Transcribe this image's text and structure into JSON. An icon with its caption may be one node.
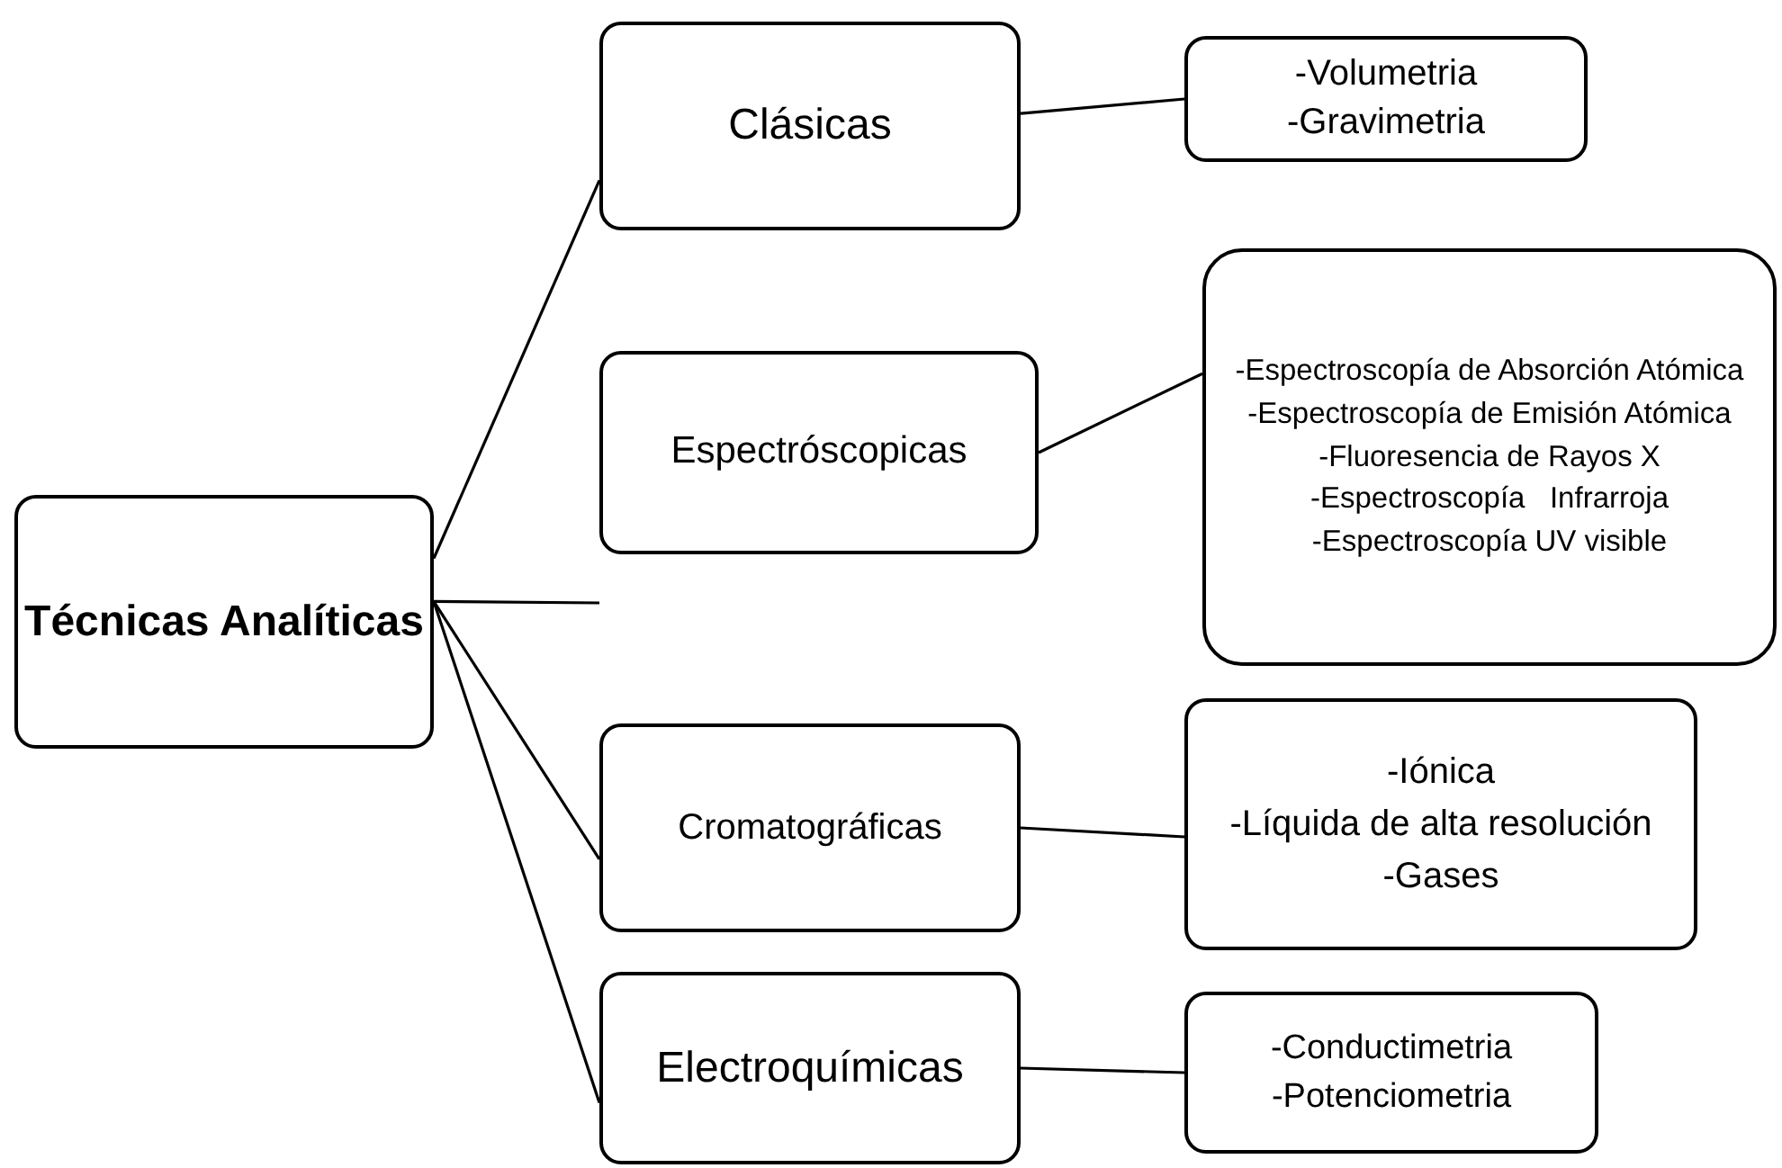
{
  "diagram": {
    "nodes": [
      {
        "text": [
          "Técnicas Analíticas"
        ]
      },
      {
        "text": [
          "Clásicas"
        ]
      },
      {
        "text": [
          "-Volumetria",
          "-Gravimetria"
        ]
      },
      {
        "text": [
          "Espectróscopicas"
        ]
      },
      {
        "text": [
          "-Espectroscopía de Absorción Atómica",
          "-Espectroscopía de Emisión Atómica",
          "-Fluoresencia de Rayos X",
          "-Espectroscopía   Infrarroja",
          "-Espectroscopía UV visible"
        ]
      },
      {
        "text": [
          "Cromatográficas"
        ]
      },
      {
        "text": [
          "-Iónica",
          "-Líquida de alta resolución",
          "-Gases"
        ]
      },
      {
        "text": [
          "Electroquímicas"
        ]
      },
      {
        "text": [
          "-Conductimetria",
          "-Potenciometria"
        ]
      }
    ],
    "edges": [
      {
        "from": 0,
        "to": 1,
        "arrow": "none"
      },
      {
        "from": 0,
        "to": null,
        "arrow": "none"
      },
      {
        "from": 0,
        "to": 5,
        "arrow": "none"
      },
      {
        "from": 0,
        "to": 7,
        "arrow": "none"
      },
      {
        "from": 1,
        "to": 2,
        "arrow": "none"
      },
      {
        "from": 3,
        "to": 4,
        "arrow": "none"
      },
      {
        "from": 5,
        "to": 6,
        "arrow": "none"
      },
      {
        "from": 7,
        "to": 8,
        "arrow": "none"
      }
    ]
  }
}
